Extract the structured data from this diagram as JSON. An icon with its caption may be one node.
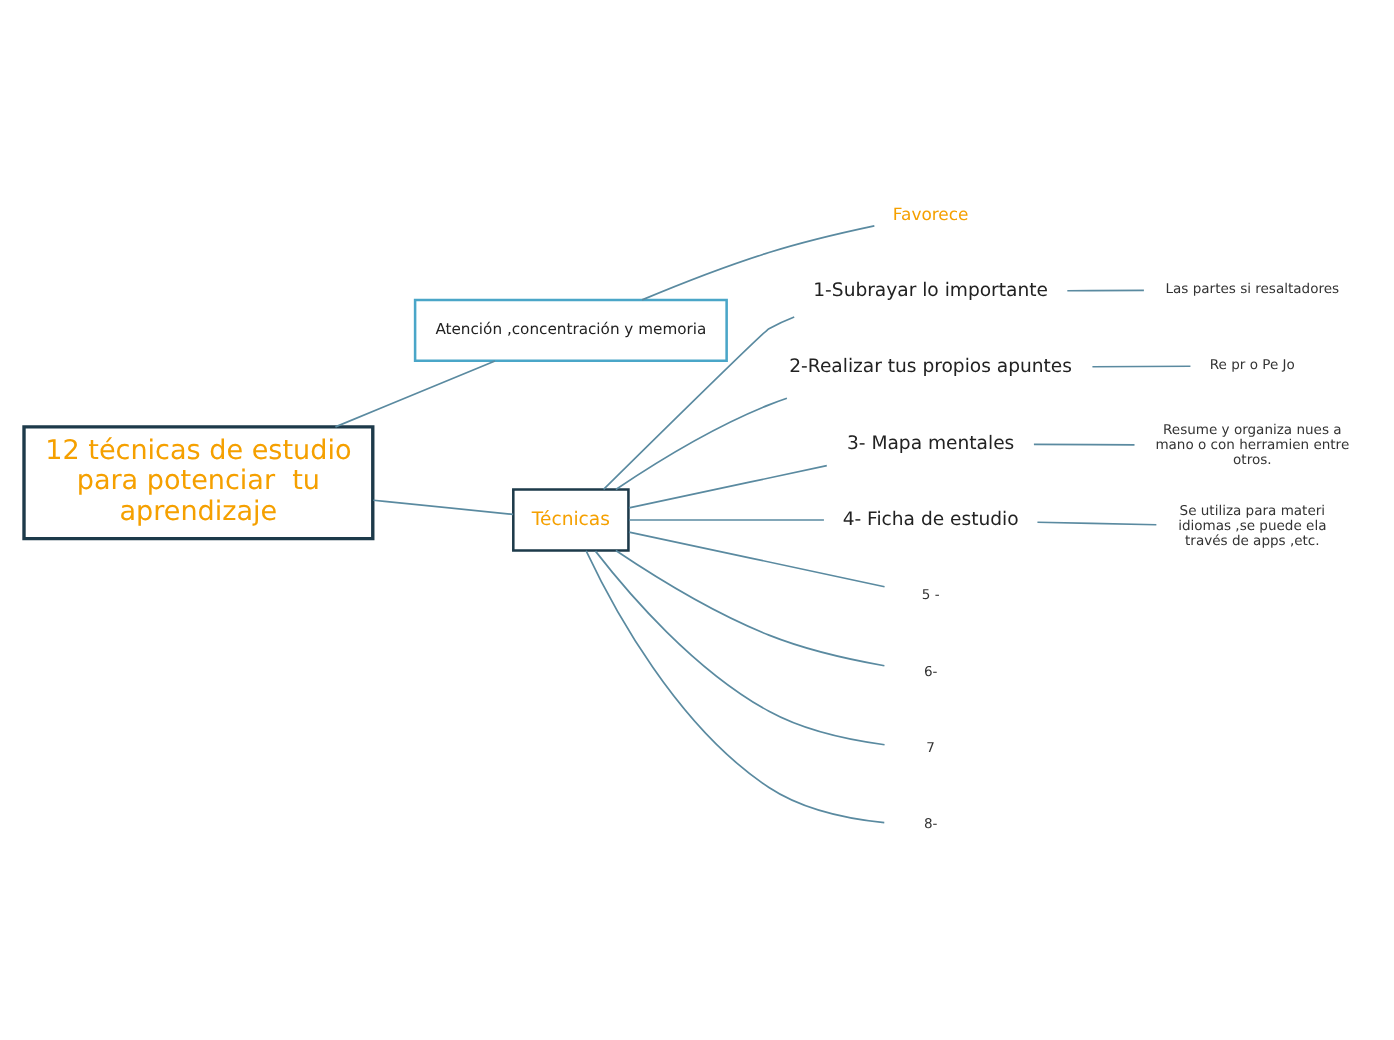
{
  "diagram": {
    "nodes": [
      {
        "text": [
          "12 técnicas de estudio para potenciar  tu aprendizaje"
        ]
      },
      {
        "text": [
          "Atención ,concentración y memoria"
        ]
      },
      {
        "text": [
          "Favorece"
        ]
      },
      {
        "text": [
          "Técnicas"
        ]
      },
      {
        "text": [
          "1-Subrayar lo importante"
        ]
      },
      {
        "text": [
          "2-Realizar tus propios apuntes"
        ]
      },
      {
        "text": [
          "3- Mapa mentales"
        ]
      },
      {
        "text": [
          "4- Ficha de estudio"
        ]
      },
      {
        "text": [
          "5 -"
        ]
      },
      {
        "text": [
          "6-"
        ]
      },
      {
        "text": [
          "7"
        ]
      },
      {
        "text": [
          "8-"
        ]
      },
      {
        "text": [
          "Las partes si resaltadores"
        ]
      },
      {
        "text": [
          "Re pr o Pe Jo"
        ]
      },
      {
        "text": [
          "Resume y organiza nues a mano o con herramien entre otros."
        ]
      },
      {
        "text": [
          "Se utiliza para materi idiomas ,se puede ela través de apps ,etc."
        ]
      }
    ],
    "edges": [
      {
        "from": 0,
        "to": 1,
        "arrow": "none"
      },
      {
        "from": 1,
        "to": 2,
        "arrow": "none"
      },
      {
        "from": 0,
        "to": 3,
        "arrow": "none"
      },
      {
        "from": 3,
        "to": 4,
        "arrow": "none"
      },
      {
        "from": 3,
        "to": 5,
        "arrow": "none"
      },
      {
        "from": 3,
        "to": 6,
        "arrow": "none"
      },
      {
        "from": 3,
        "to": 7,
        "arrow": "none"
      },
      {
        "from": 3,
        "to": 8,
        "arrow": "none"
      },
      {
        "from": 3,
        "to": 9,
        "arrow": "none"
      },
      {
        "from": 3,
        "to": 10,
        "arrow": "none"
      },
      {
        "from": 3,
        "to": 11,
        "arrow": "none"
      },
      {
        "from": 4,
        "to": 12,
        "arrow": "none"
      },
      {
        "from": 5,
        "to": 13,
        "arrow": "none"
      },
      {
        "from": 6,
        "to": 14,
        "arrow": "none"
      },
      {
        "from": 7,
        "to": 15,
        "arrow": "none"
      }
    ]
  }
}
